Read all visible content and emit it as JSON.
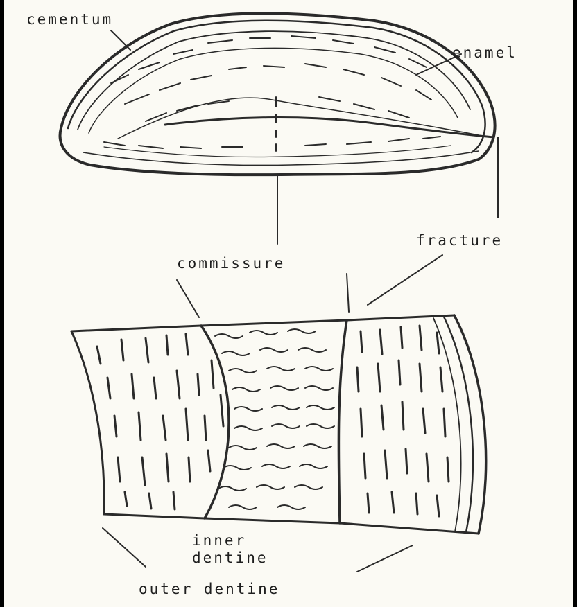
{
  "labels": {
    "cementum": "cementum",
    "enamel": "enamel",
    "fracture": "fracture",
    "commissure": "commissure",
    "inner_dentine_line1": "inner",
    "inner_dentine_line2": "dentine",
    "outer_dentine": "outer dentine"
  },
  "colors": {
    "ink": "#2a2a2a",
    "paper": "#fbfaf4"
  }
}
